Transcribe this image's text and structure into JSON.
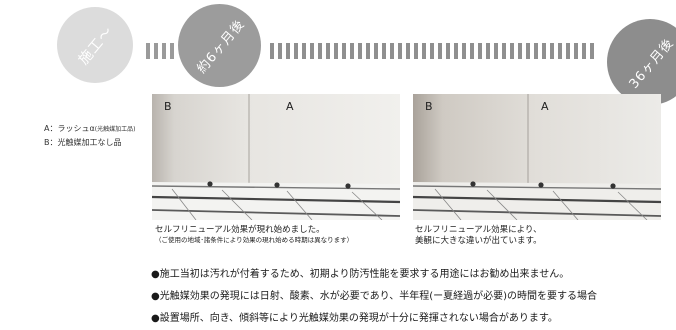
{
  "timeline": {
    "start_label": "施工〜",
    "mid_label": "約6ヶ月後",
    "end_label": "36ヶ月後"
  },
  "legend": {
    "a_label": "A：ラッシュα",
    "a_note": "(光触媒加工品)",
    "b_label": "B：光触媒加工なし品"
  },
  "photos": [
    {
      "left_label": "B",
      "right_label": "A",
      "caption_main": "セルフリニューアル効果が現れ始めました。",
      "caption_note": "（ご使用の地域･諸条件により効果の現れ始める時期は異なります）"
    },
    {
      "left_label": "B",
      "right_label": "A",
      "caption_main": "セルフリニューアル効果により、",
      "caption_note": "美観に大きな違いが出ています。"
    }
  ],
  "notes": [
    "●施工当初は汚れが付着するため、初期より防汚性能を要求する用途にはお勧め出来ません。",
    "●光触媒効果の発現には日射、酸素、水が必要であり、半年程(ー夏経過が必要)の時間を要する場合",
    "●設置場所、向き、傾斜等により光触媒効果の発現が十分に発揮されない場合があります。"
  ]
}
